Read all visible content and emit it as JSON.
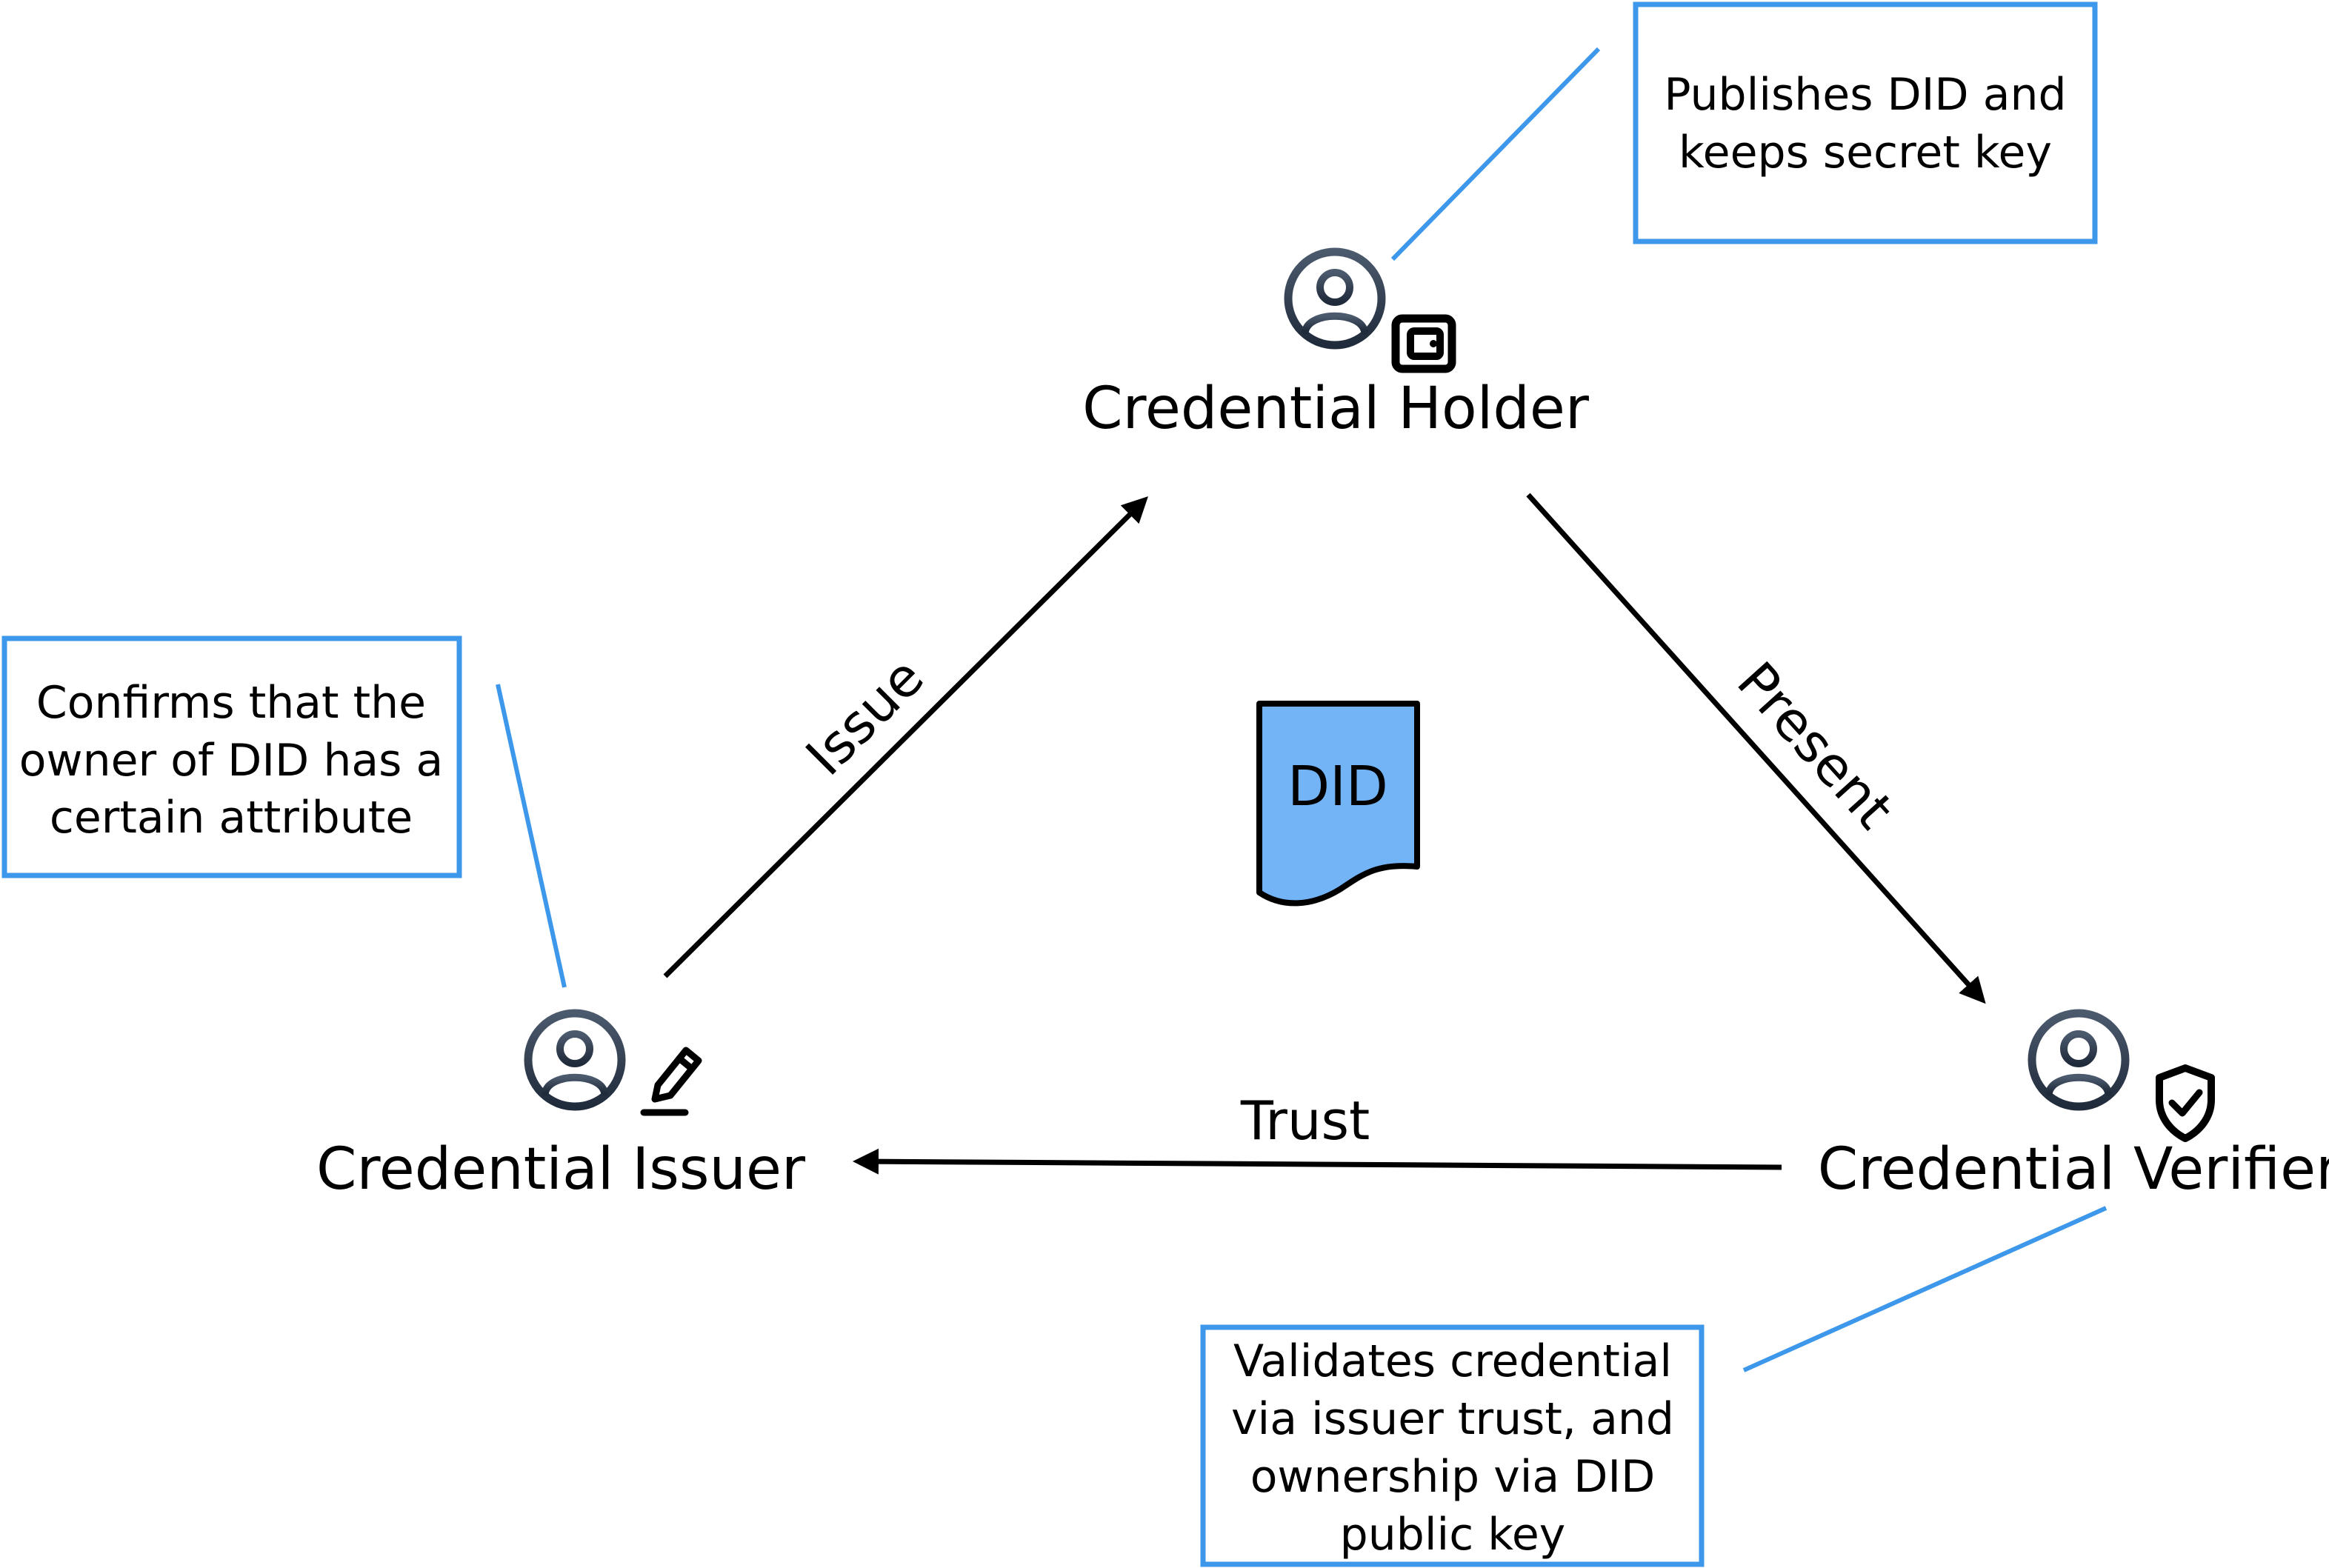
{
  "colors": {
    "accent": "#3d97ea",
    "did_fill": "#73b4f7",
    "icon_gradient_top": "#4c5a6e",
    "icon_gradient_bottom": "#1f2a3a",
    "line": "#000000"
  },
  "nodes": {
    "holder": {
      "label": "Credential Holder",
      "badge_icon": "wallet-icon"
    },
    "issuer": {
      "label": "Credential Issuer",
      "badge_icon": "pen-icon"
    },
    "verifier": {
      "label": "Credential Verifier",
      "badge_icon": "shield-check-icon"
    }
  },
  "edges": {
    "issue": "Issue",
    "present": "Present",
    "trust": "Trust"
  },
  "document": {
    "label": "DID",
    "icon": "document-icon"
  },
  "notes": {
    "holder": [
      "Publishes DID and",
      "keeps secret key"
    ],
    "issuer": [
      "Confirms that the",
      "owner of DID has a",
      "certain attribute"
    ],
    "verifier": [
      "Validates credential",
      "via issuer trust, and",
      "ownership via DID",
      "public key"
    ]
  }
}
